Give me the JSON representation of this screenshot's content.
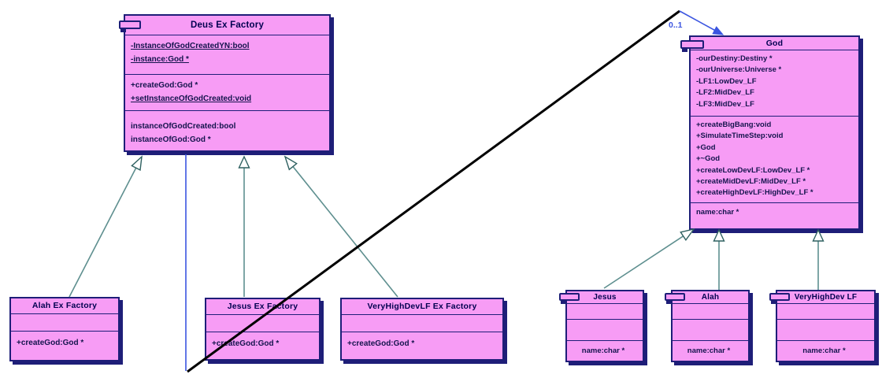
{
  "diagram": {
    "association_label": "0..1",
    "colors": {
      "box_fill": "#f79cf5",
      "box_border": "#1e1e78",
      "title_text": "#000050",
      "member_text": "#14144d",
      "inheritance": "#5e8f8f",
      "inheritance_edge": "#2e6060",
      "association": "#3b55e0",
      "crossing": "#000000"
    },
    "classes": [
      {
        "name": "Deus Ex Factory",
        "compartments": [
          {
            "members": [
              {
                "text": "-InstanceOfGodCreatedYN:bool",
                "static": true
              },
              {
                "text": "-instance:God *",
                "static": true
              }
            ]
          },
          {
            "members": [
              {
                "text": "+createGod:God *"
              },
              {
                "text": "+setInstanceOfGodCreated:void",
                "static": true
              }
            ]
          },
          {
            "members": [
              {
                "text": "instanceOfGodCreated:bool"
              },
              {
                "text": "instanceOfGod:God *"
              }
            ]
          }
        ]
      },
      {
        "name": "God",
        "compartments": [
          {
            "members": [
              {
                "text": "-ourDestiny:Destiny *"
              },
              {
                "text": "-ourUniverse:Universe *"
              },
              {
                "text": "-LF1:LowDev_LF"
              },
              {
                "text": "-LF2:MidDev_LF"
              },
              {
                "text": "-LF3:MidDev_LF"
              }
            ]
          },
          {
            "members": [
              {
                "text": "+createBigBang:void"
              },
              {
                "text": "+SimulateTimeStep:void"
              },
              {
                "text": "+God"
              },
              {
                "text": "+~God"
              },
              {
                "text": "+createLowDevLF:LowDev_LF *"
              },
              {
                "text": "+createMidDevLF:MidDev_LF *"
              },
              {
                "text": "+createHighDevLF:HighDev_LF *"
              }
            ]
          },
          {
            "members": [
              {
                "text": "name:char *"
              }
            ]
          }
        ]
      },
      {
        "name": "Alah Ex Factory",
        "compartments": [
          {
            "members": []
          },
          {
            "members": [
              {
                "text": "+createGod:God *"
              }
            ]
          }
        ]
      },
      {
        "name": "Jesus Ex Factory",
        "compartments": [
          {
            "members": []
          },
          {
            "members": [
              {
                "text": "+createGod:God *"
              }
            ]
          }
        ]
      },
      {
        "name": "VeryHighDevLF Ex Factory",
        "compartments": [
          {
            "members": []
          },
          {
            "members": [
              {
                "text": "+createGod:God *"
              }
            ]
          }
        ]
      },
      {
        "name": "Jesus",
        "compartments": [
          {
            "members": []
          },
          {
            "members": []
          },
          {
            "members": [
              {
                "text": "name:char *"
              }
            ]
          }
        ]
      },
      {
        "name": "Alah",
        "compartments": [
          {
            "members": []
          },
          {
            "members": []
          },
          {
            "members": [
              {
                "text": "name:char *"
              }
            ]
          }
        ]
      },
      {
        "name": "VeryHighDev LF",
        "compartments": [
          {
            "members": []
          },
          {
            "members": []
          },
          {
            "members": [
              {
                "text": "name:char *"
              }
            ]
          }
        ]
      }
    ]
  }
}
